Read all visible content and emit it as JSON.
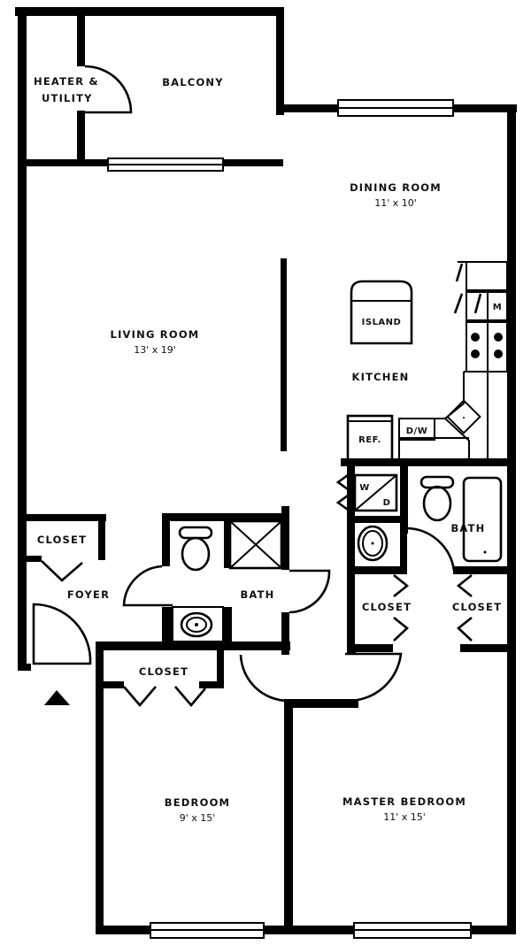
{
  "floorplan": {
    "rooms": {
      "heater_utility": {
        "name_line1": "HEATER &",
        "name_line2": "UTILITY"
      },
      "balcony": {
        "name": "BALCONY"
      },
      "dining_room": {
        "name": "DINING ROOM",
        "dimensions": "11' x 10'"
      },
      "living_room": {
        "name": "LIVING ROOM",
        "dimensions": "13' x 19'"
      },
      "kitchen": {
        "name": "KITCHEN"
      },
      "foyer": {
        "name": "FOYER"
      },
      "hall_bath": {
        "name": "BATH"
      },
      "master_bath": {
        "name": "BATH"
      },
      "foyer_closet": {
        "name": "CLOSET"
      },
      "bedroom_closet": {
        "name": "CLOSET"
      },
      "master_closet_left": {
        "name": "CLOSET"
      },
      "master_closet_right": {
        "name": "CLOSET"
      },
      "bedroom": {
        "name": "BEDROOM",
        "dimensions": "9' x 15'"
      },
      "master_bedroom": {
        "name": "MASTER BEDROOM",
        "dimensions": "11' x 15'"
      }
    },
    "fixtures": {
      "island": "ISLAND",
      "refrigerator": "REF.",
      "dishwasher": "D/W",
      "microwave": "M",
      "washer_dryer_w": "W",
      "washer_dryer_d": "D"
    },
    "colors": {
      "wall": "#000000",
      "background": "#ffffff"
    }
  }
}
